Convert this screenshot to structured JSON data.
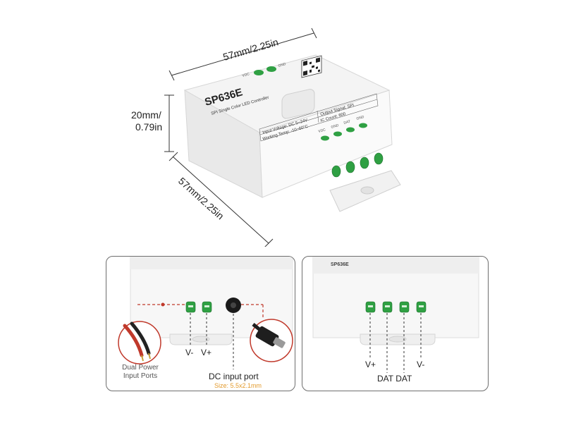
{
  "top": {
    "width_label": "57mm/2.25in",
    "height_label_line1": "20mm/",
    "height_label_line2": "0.79in",
    "depth_label": "57mm/2.25in",
    "device": {
      "model": "SP636E",
      "subtitle": "SPI Single Color LED Controller",
      "spec_input": "Input Voltage: DC 5~24V",
      "spec_temp": "Working Temp: -10~60°C",
      "spec_output": "Output Signal: SPI",
      "spec_ic": "IC Count: 600",
      "pin_labels": [
        "VDC",
        "GND",
        "DAT",
        "GND"
      ],
      "top_vdc": "VDC",
      "top_gnd": "GND"
    }
  },
  "left_panel": {
    "label_vminus": "V-",
    "label_vplus": "V+",
    "dual_power_line1": "Dual Power",
    "dual_power_line2": "Input Ports",
    "dc_port_label": "DC input port",
    "size_label": "Size: 5.5x2.1mm"
  },
  "right_panel": {
    "label_vplus": "V+",
    "label_vminus": "V-",
    "label_dat_dat": "DAT DAT",
    "model": "SP636E"
  },
  "colors": {
    "port_green": "#2fa043",
    "wire_red": "#c0392b",
    "accent_orange": "#e39b2d"
  }
}
